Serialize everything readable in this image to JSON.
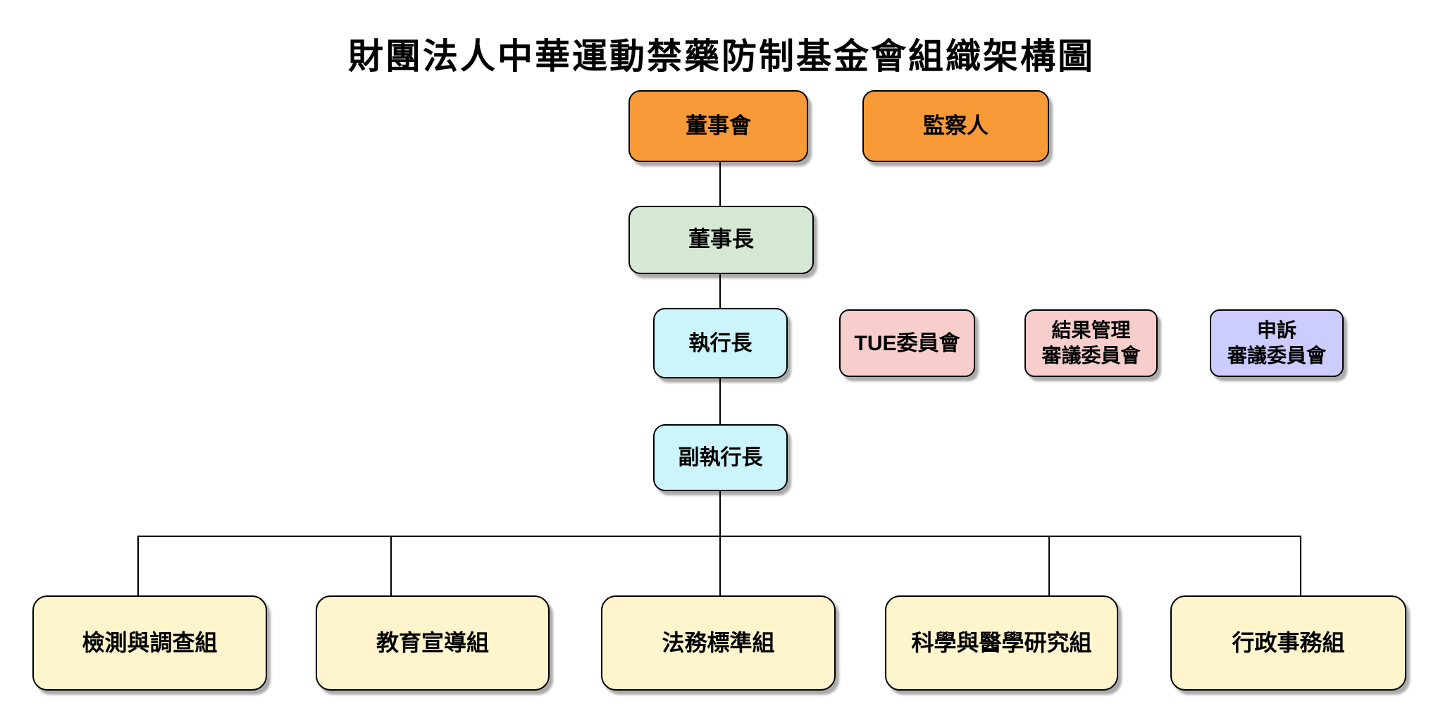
{
  "title": "財團法人中華運動禁藥防制基金會組織架構圖",
  "colors": {
    "orange": "#F99A38",
    "green": "#D5E8D4",
    "cyan": "#CCF5FB",
    "pink": "#F8CECC",
    "lavender": "#CCCCFF",
    "yellow": "#FFF5CD",
    "line": "#000000"
  },
  "nodes": {
    "board": {
      "label": "董事會"
    },
    "supervisor": {
      "label": "監察人"
    },
    "chairman": {
      "label": "董事長"
    },
    "ceo": {
      "label": "執行長"
    },
    "tue_committee": {
      "label": "TUE委員會"
    },
    "results_committee": {
      "label": "結果管理\n審議委員會"
    },
    "appeal_committee": {
      "label": "申訴\n審議委員會"
    },
    "deputy_ceo": {
      "label": "副執行長"
    },
    "testing_group": {
      "label": "檢測與調查組"
    },
    "education_group": {
      "label": "教育宣導組"
    },
    "legal_group": {
      "label": "法務標準組"
    },
    "science_group": {
      "label": "科學與醫學研究組"
    },
    "admin_group": {
      "label": "行政事務組"
    }
  },
  "edges": [
    {
      "from": "董事會",
      "to": "董事長"
    },
    {
      "from": "董事長",
      "to": "執行長"
    },
    {
      "from": "執行長",
      "to": "副執行長"
    },
    {
      "from": "副執行長",
      "to": "檢測與調查組"
    },
    {
      "from": "副執行長",
      "to": "教育宣導組"
    },
    {
      "from": "副執行長",
      "to": "法務標準組"
    },
    {
      "from": "副執行長",
      "to": "科學與醫學研究組"
    },
    {
      "from": "副執行長",
      "to": "行政事務組"
    }
  ]
}
